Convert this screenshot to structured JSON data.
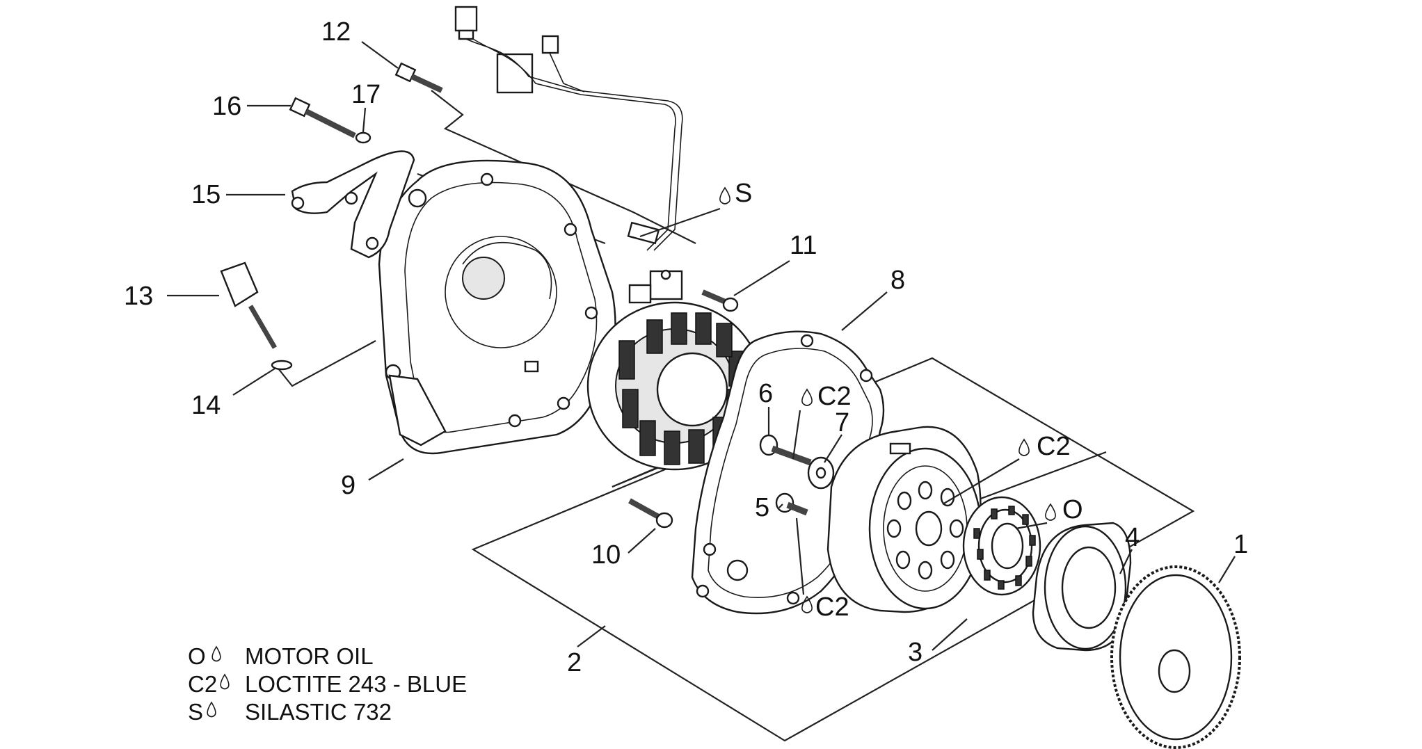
{
  "callouts": {
    "c1": "1",
    "c2": "2",
    "c3": "3",
    "c4": "4",
    "c5": "5",
    "c6": "6",
    "c7": "7",
    "c8": "8",
    "c9": "9",
    "c10": "10",
    "c11": "11",
    "c12": "12",
    "c13": "13",
    "c14": "14",
    "c15": "15",
    "c16": "16",
    "c17": "17"
  },
  "sealant_marks": {
    "s_top": "S",
    "c2_top": "C2",
    "c2_mid": "C2",
    "c2_bottom": "C2",
    "o_mark": "O"
  },
  "legend": [
    {
      "code": "O",
      "text": "MOTOR OIL"
    },
    {
      "code": "C2",
      "text": "LOCTITE 243 - BLUE"
    },
    {
      "code": "S",
      "text": "SILASTIC 732"
    }
  ],
  "icons": {
    "drop": "drop-icon"
  }
}
